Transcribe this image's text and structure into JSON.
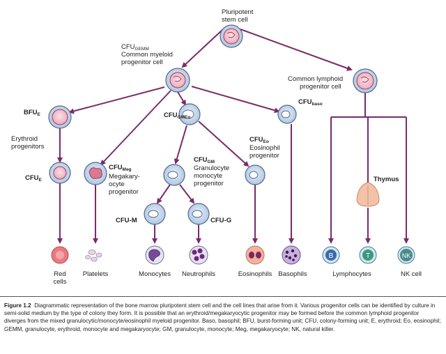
{
  "colors": {
    "arrow": "#7a2a6a",
    "cell_fill": "#cfe0f2",
    "cell_stroke": "#556a88",
    "nucleus_fill": "#f2c6d2",
    "nucleus_stroke": "#9b3f5a",
    "red_cell": "#e87a82",
    "thymus": "#f4c2a6",
    "lymph_fill": "#cfe6f2"
  },
  "labels": {
    "stem_1": "Pluripotent",
    "stem_2": "stem cell",
    "gemm_main": "CFU",
    "gemm_sub": "GEMM",
    "gemm_desc_1": "Common myeloid",
    "gemm_desc_2": "progenitor cell",
    "lymphoid_1": "Common lymphoid",
    "lymphoid_2": "progenitor cell",
    "bfue_main": "BFU",
    "bfue_sub": "E",
    "erythroid_1": "Erythroid",
    "erythroid_2": "progenitors",
    "gmeo_main": "CFU",
    "gmeo_sub": "GMEo",
    "baso_main": "CFU",
    "baso_sub": "baso",
    "eo_main": "CFU",
    "eo_sub": "Eo",
    "eo_desc_1": "Eosinophil",
    "eo_desc_2": "progenitor",
    "gm_main": "CFU",
    "gm_sub": "GM",
    "gm_desc_1": "Granulocyte",
    "gm_desc_2": "monocyte",
    "gm_desc_3": "progenitor",
    "cfue_main": "CFU",
    "cfue_sub": "E",
    "meg_main": "CFU",
    "meg_sub": "Meg",
    "meg_desc_1": "Megakary-",
    "meg_desc_2": "ocyte",
    "meg_desc_3": "progenitor",
    "thymus": "Thymus",
    "cfum": "CFU-M",
    "cfug": "CFU-G",
    "b_letter": "B",
    "t_letter": "T",
    "nk_letter": "NK",
    "red_cells_1": "Red",
    "red_cells_2": "cells",
    "platelets": "Platelets",
    "monocytes": "Monocytes",
    "neutrophils": "Neutrophils",
    "eosinophils": "Eosinophils",
    "basophils": "Basophils",
    "lymphocytes": "Lymphocytes",
    "nk_cell": "NK cell"
  },
  "caption": {
    "figure_label": "Figure 1.2",
    "text": "Diagrammatic representation of the bone marrow pluripotent stem cell and the cell lines that arise from it. Various progenitor cells can be identified by culture in semi-solid medium by the type of colony they form. It is possible that an erythroid/megakaryocytic progenitor may be formed before the common lymphoid progenitor diverges from the mixed granulocytic/monocyte/eosinophil myeloid progenitor. Baso, basophil; BFU, burst-forming unit; CFU, colony-forming unit; E, erythroid; Eo, eosinophil; GEMM, granulocyte, erythroid, monocyte and megakaryocyte; GM, granulocyte, monocyte; Meg, megakaryocyte; NK, natural killer."
  }
}
